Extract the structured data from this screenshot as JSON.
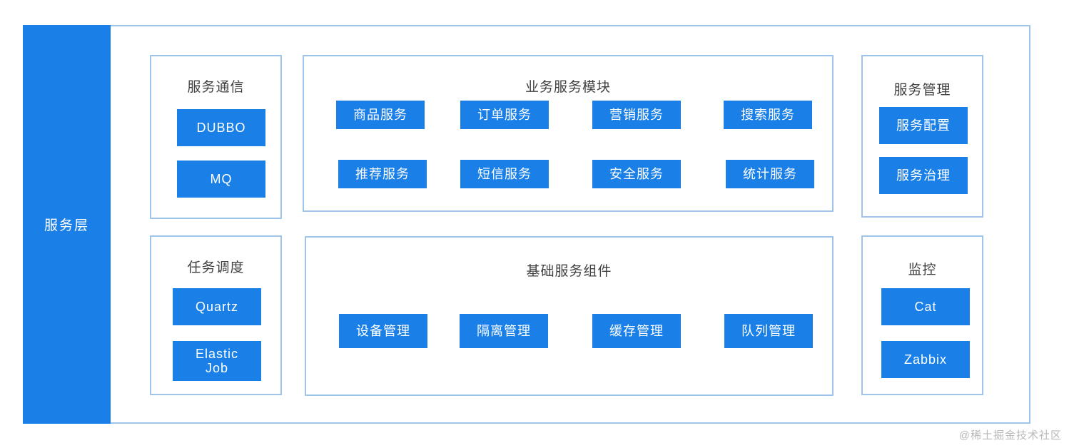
{
  "diagram": {
    "layer": {
      "label": "服务层"
    },
    "watermark": "@稀土掘金技术社区",
    "colors": {
      "accent_blue": "#1a80e8",
      "border_blue": "#9fc4ea",
      "background": "#ffffff",
      "title_text": "#3f3f3f",
      "chip_text": "#ffffff"
    },
    "panels": {
      "service_communication": {
        "title": "服务通信",
        "items": [
          "DUBBO",
          "MQ"
        ]
      },
      "task_scheduling": {
        "title": "任务调度",
        "items": [
          "Quartz",
          "Elastic Job"
        ]
      },
      "business_services": {
        "title": "业务服务模块",
        "rows": [
          [
            "商品服务",
            "订单服务",
            "营销服务",
            "搜索服务"
          ],
          [
            "推荐服务",
            "短信服务",
            "安全服务",
            "统计服务"
          ]
        ]
      },
      "basic_service_components": {
        "title": "基础服务组件",
        "rows": [
          [
            "设备管理",
            "隔离管理",
            "缓存管理",
            "队列管理"
          ]
        ]
      },
      "service_management": {
        "title": "服务管理",
        "items": [
          "服务配置",
          "服务治理"
        ]
      },
      "monitoring": {
        "title": "监控",
        "items": [
          "Cat",
          "Zabbix"
        ]
      }
    }
  }
}
